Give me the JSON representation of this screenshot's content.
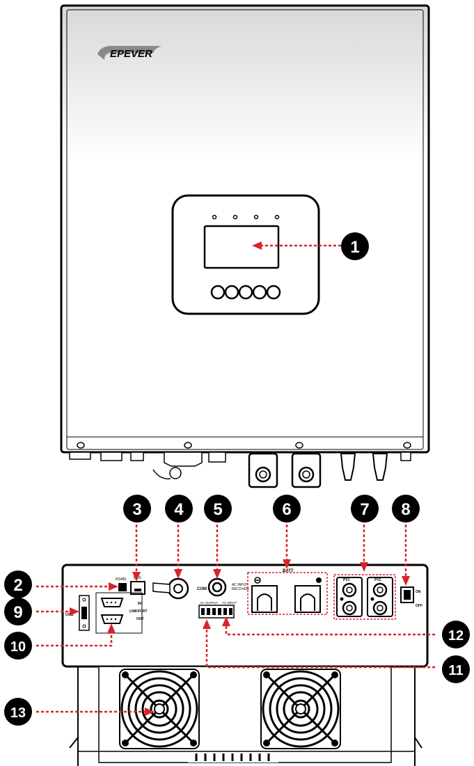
{
  "brand": {
    "logo_text": "EPEVER"
  },
  "panel_labels": {
    "com": "COM",
    "ac_input_recover": [
      "AC INPUT",
      "RECOVER"
    ],
    "batt": "BATT",
    "pv1": "PV1",
    "pv2": "PV2",
    "on": "ON",
    "off": "OFF",
    "usb": "USB",
    "linkport": "LINKPORT",
    "in": "IN",
    "out": "OUT",
    "ac_output": "AC OUTPUT",
    "ac_input": "AC INPUT",
    "rs485": "RS485",
    "bms": "BMS"
  },
  "callouts": [
    {
      "id": "1",
      "label": "1"
    },
    {
      "id": "2",
      "label": "2"
    },
    {
      "id": "3",
      "label": "3"
    },
    {
      "id": "4",
      "label": "4"
    },
    {
      "id": "5",
      "label": "5"
    },
    {
      "id": "6",
      "label": "6"
    },
    {
      "id": "7",
      "label": "7"
    },
    {
      "id": "8",
      "label": "8"
    },
    {
      "id": "9",
      "label": "9"
    },
    {
      "id": "10",
      "label": "10"
    },
    {
      "id": "11",
      "label": "11"
    },
    {
      "id": "12",
      "label": "12"
    },
    {
      "id": "13",
      "label": "13"
    }
  ],
  "colors": {
    "outline": "#000000",
    "arrow": "#d9232a",
    "callout_fill": "#000000",
    "logo": "#7a7a7a"
  }
}
